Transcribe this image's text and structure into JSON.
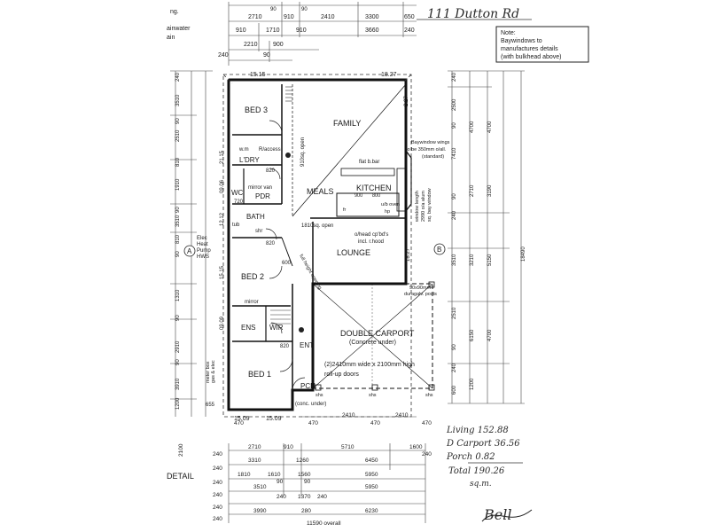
{
  "header": {
    "address": "111 Dutton Rd",
    "top_left_note": "ng.",
    "rainwater_label": "ainwater",
    "rainwater_label2": "ain"
  },
  "note_box": {
    "title": "Note:",
    "lines": [
      "Baywindows to",
      "manufactures details",
      "(with bulkhead above)"
    ]
  },
  "rooms": {
    "bed3": "BED 3",
    "family": "FAMILY",
    "ldry": "L'DRY",
    "wm": "w.m",
    "racess": "R/access",
    "pdr": "PDR",
    "wc": "WC",
    "mirror_van": "mirror van",
    "meals": "MEALS",
    "kitchen": "KITCHEN",
    "bath": "BATH",
    "shr": "shr",
    "tub": "tub",
    "lounge": "LOUNGE",
    "bed2": "BED 2",
    "mirror": "mirror",
    "ens": "ENS",
    "wir": "WIR",
    "ent": "ENT",
    "bed1": "BED 1",
    "pch": "PCH",
    "conc_under": "(conc. under)",
    "carport": "DOUBLE CARPORT",
    "carport_sub": "(Concrete under)",
    "rollup": "(2)2410mm wide x 2100mm high",
    "rollup2": "roll-up doors"
  },
  "annotations": {
    "flat_bbar": "flat b.bar",
    "bay_wings": "Baywindow wings",
    "bay_wings2": "to be 350mm o/all.",
    "bay_wings3": "(standard)",
    "window_length": "window length",
    "window_length2": "2990 o/a alum",
    "window_length3": "sq. bay window",
    "ohead": "o/head cp'bd's",
    "incl_rhood": "incl. r.hood",
    "sq_open": "1810sq. open",
    "sq_open2": "910sq. open",
    "elec": "Elec",
    "heat": "Heat",
    "pump": "Pump",
    "hws": "HWS",
    "meter": "meter box",
    "gas_elec": "gas & elec",
    "full_height": "full height opening",
    "posts": "90x90mm",
    "posts2": "duragalv. posts",
    "shs": "shs",
    "ub_oven": "u/b oven",
    "fr": "fr",
    "hp": "hp",
    "marker_a": "A",
    "marker_b": "B",
    "k900": "900",
    "k800": "800",
    "d820": "820",
    "d720": "720",
    "d600": "600"
  },
  "wall_dims": {
    "top_left": "15.15",
    "top_right": "18.27",
    "right_top": "2.27",
    "right_mid": "18.27",
    "left_top": "21.15",
    "left_mid1": "09.06",
    "left_mid2": "12.12",
    "left_mid3": "15.15",
    "left_bot": "09.09",
    "bot_left": "15.09",
    "bot_right": "15.09"
  },
  "top_dims": {
    "row1": [
      "2710",
      "910",
      "2410",
      "3300",
      "650"
    ],
    "row2": [
      "910",
      "1710",
      "910",
      "3660",
      "240"
    ],
    "row3": [
      "2210",
      "900"
    ],
    "row4": [
      "240",
      "90"
    ],
    "row1_ticks": [
      "90",
      "90"
    ]
  },
  "left_dims": [
    "240",
    "3510",
    "90",
    "2510",
    "810",
    "1910",
    "90",
    "3510",
    "810",
    "90",
    "1310",
    "90",
    "2910",
    "90",
    "3910",
    "1200",
    "655"
  ],
  "right_dims": {
    "col1": [
      "240",
      "2500",
      "90",
      "7410",
      "90",
      "240",
      "3510",
      "2510",
      "90",
      "240",
      "600"
    ],
    "col2": [
      "4700",
      "2710",
      "3210",
      "6150",
      "1200"
    ],
    "col3": [
      "4700",
      "3190",
      "5150",
      "4700"
    ],
    "overall": "18490"
  },
  "bottom_dims": {
    "row0": [
      "470",
      "2410",
      "2410",
      "470"
    ],
    "row0b": [
      "470",
      "470"
    ],
    "row1": [
      "2710",
      "910",
      "5710",
      "1600"
    ],
    "row2": [
      "3310",
      "1260",
      "6450",
      "240"
    ],
    "row3": [
      "1810",
      "1610",
      "1560",
      "5950"
    ],
    "row4": [
      "3510",
      "90",
      "90",
      "5950"
    ],
    "row5": [
      "240",
      "1370",
      "240"
    ],
    "row6": [
      "3990",
      "280",
      "6230"
    ],
    "overall": "11590 overall",
    "left_ticks": [
      "240",
      "240",
      "240",
      "240",
      "240",
      "240"
    ],
    "side": "2100",
    "detail": "DETAIL"
  },
  "area_summary": {
    "living": "Living 152.88",
    "carport": "D Carport 36.56",
    "porch": "Porch 0.82",
    "total": "Total 190.26",
    "units": "sq.m."
  },
  "signature": "Bell"
}
